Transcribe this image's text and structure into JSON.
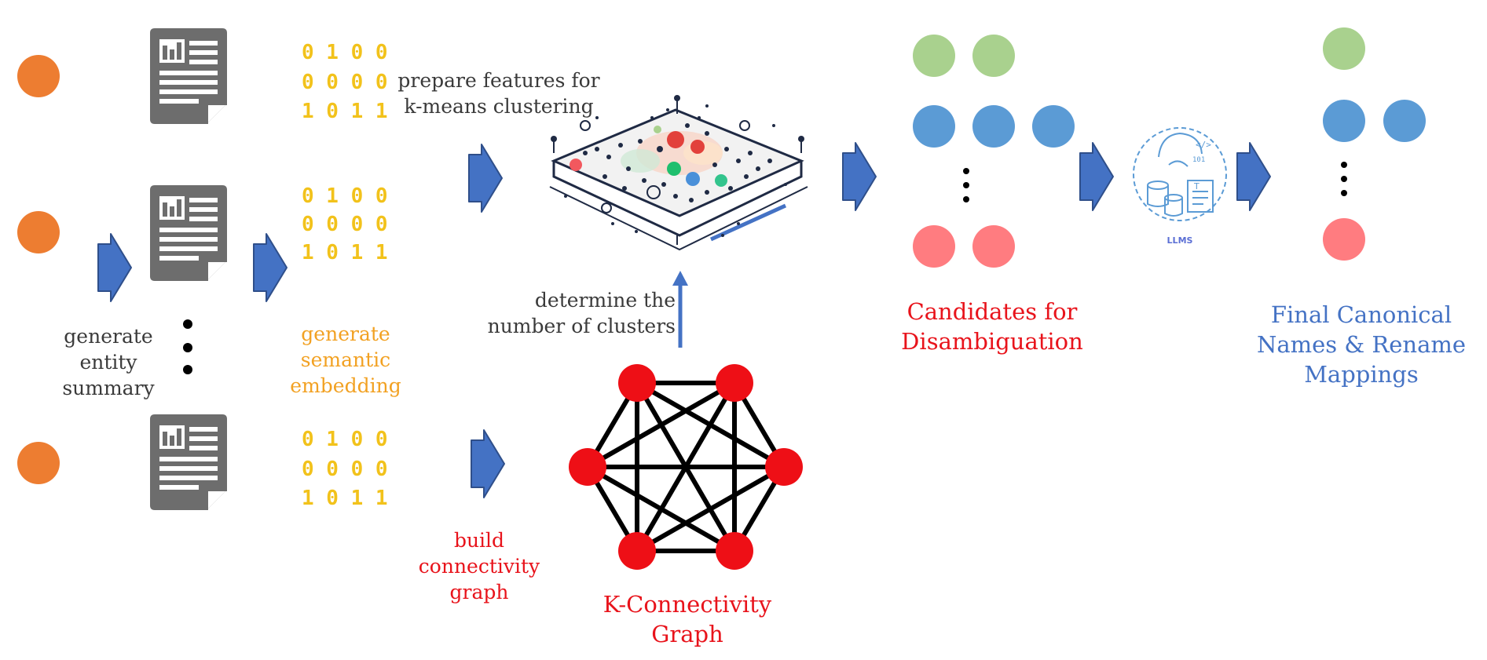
{
  "labels": {
    "entity_summary": "generate\nentity\nsummary",
    "semantic_embedding": "generate\nsemantic\nembedding",
    "prepare_features": "prepare features for\nk-means clustering",
    "determine_clusters": "determine the\nnumber of clusters",
    "build_graph": "build\nconnectivity\ngraph",
    "k_connectivity_graph": "K-Connectivity\nGraph",
    "candidates": "Candidates for\nDisambiguation",
    "final_names": "Final Canonical\nNames & Rename\nMappings",
    "llms_caption": "LLMS"
  },
  "bit_patterns": [
    "0 1 0 0",
    "0 0 0 0",
    "1 0 1 1"
  ],
  "colors": {
    "entity_node": "#ed7d31",
    "arrow_fill": "#4472c4",
    "arrow_stroke": "#2f4f8a",
    "document_gray": "#6d6d6d",
    "embedding_yellow": "#f2c21b",
    "graph_node_red": "#ee0f16",
    "cluster_green": "#a9d18e",
    "cluster_blue": "#5b9bd5",
    "cluster_pink": "#ff7c80",
    "text_red": "#e8131b",
    "text_blue": "#4472c4",
    "text_orange": "#f2a122"
  },
  "icons": [
    "document-icon",
    "cluster-plot-icon",
    "llm-icon",
    "flow-arrow-icon",
    "ellipsis-icon"
  ]
}
